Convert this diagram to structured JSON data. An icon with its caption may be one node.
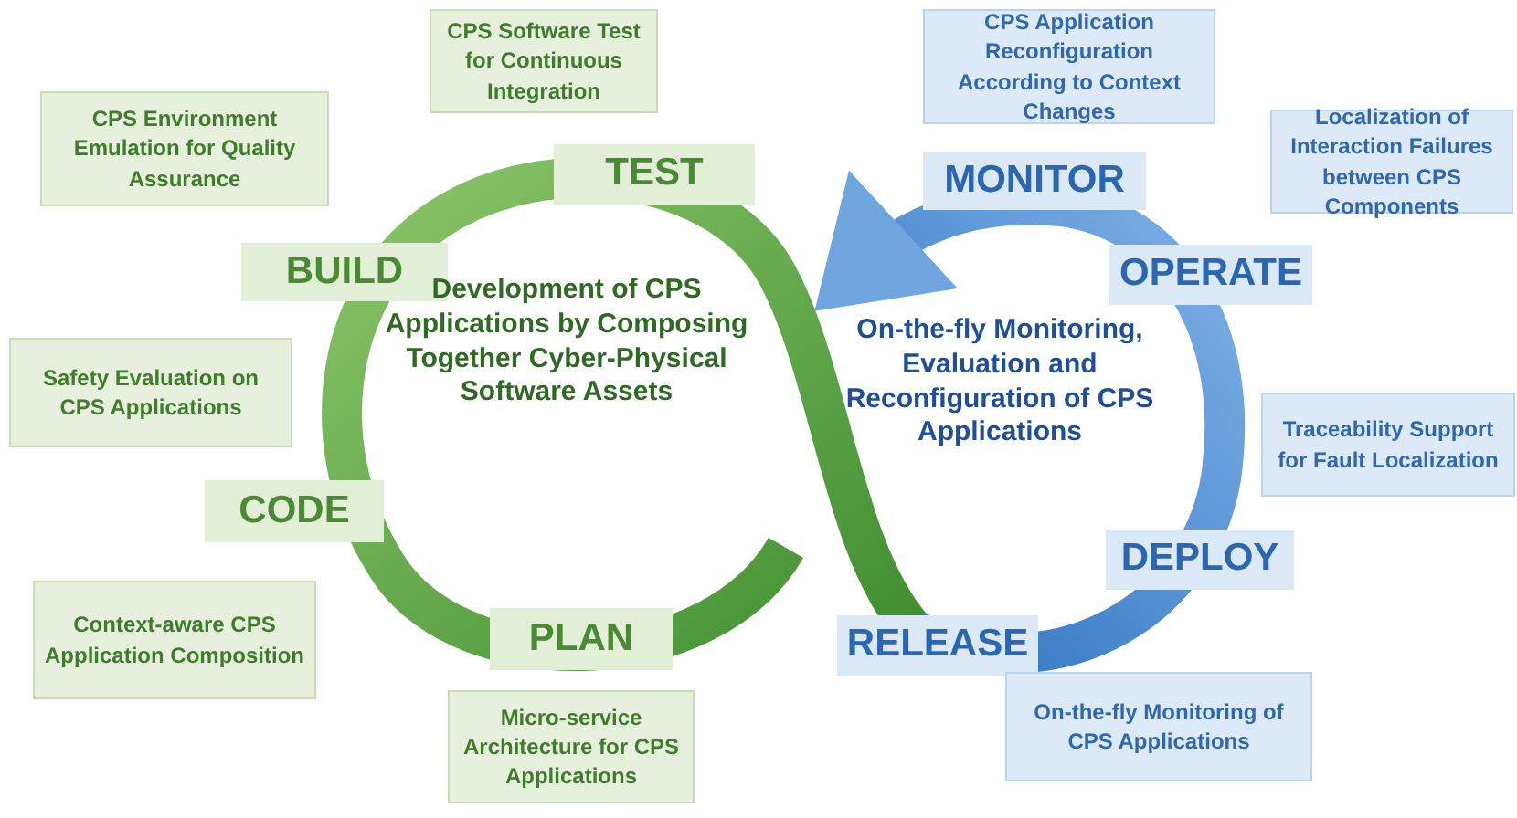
{
  "diagram": {
    "nodes": [
      {
        "text": [
          "CPS Software Test for Continuous Integration"
        ]
      },
      {
        "text": [
          "CPS Application Reconfiguration According to Context Changes"
        ]
      },
      {
        "text": [
          "CPS Environment Emulation for Quality Assurance"
        ]
      },
      {
        "text": [
          "Localization of Interaction Failures between CPS Components"
        ]
      },
      {
        "text": [
          "TEST"
        ]
      },
      {
        "text": [
          "MONITOR"
        ]
      },
      {
        "text": [
          "BUILD"
        ]
      },
      {
        "text": [
          "OPERATE"
        ]
      },
      {
        "text": [
          "Safety Evaluation on CPS Applications"
        ]
      },
      {
        "text": [
          "Traceability Support for Fault Localization"
        ]
      },
      {
        "text": [
          "CODE"
        ]
      },
      {
        "text": [
          "DEPLOY"
        ]
      },
      {
        "text": [
          "Context-aware CPS Application Composition"
        ]
      },
      {
        "text": [
          "PLAN"
        ]
      },
      {
        "text": [
          "RELEASE"
        ]
      },
      {
        "text": [
          "Micro-service Architecture for CPS Applications"
        ]
      },
      {
        "text": [
          "On-the-fly Monitoring of CPS Applications"
        ]
      }
    ],
    "labels": [
      "Development of CPS Applications by Composing Together Cyber-Physical Software Assets",
      "On-the-fly Monitoring, Evaluation and Reconfiguration of CPS Applications"
    ]
  }
}
